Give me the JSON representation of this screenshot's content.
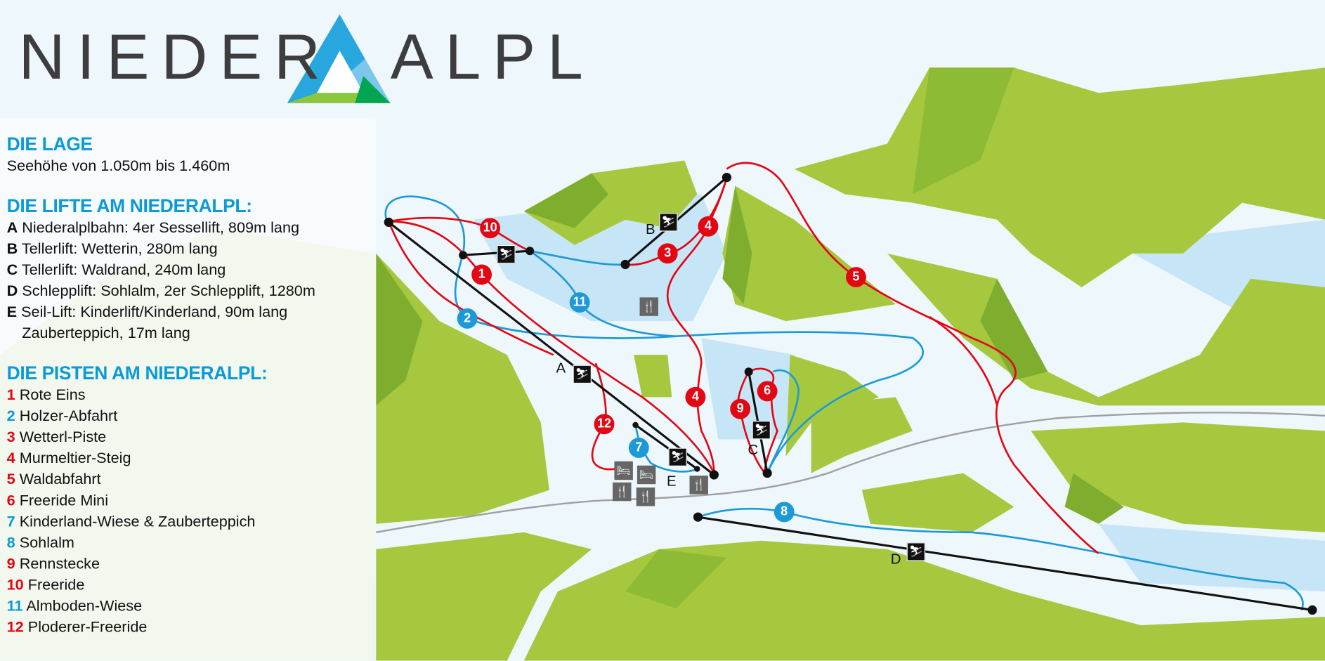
{
  "logo": {
    "left": "NIEDER",
    "right": "ALPL"
  },
  "legend": {
    "lage_title": "DIE LAGE",
    "lage_text": "Seehöhe von 1.050m bis 1.460m",
    "lifte_title": "DIE LIFTE AM NIEDERALPL:",
    "lifts": [
      {
        "key": "A",
        "text": "Niederalplbahn: 4er Sessellift, 809m lang"
      },
      {
        "key": "B",
        "text": "Tellerlift: Wetterin, 280m lang"
      },
      {
        "key": "C",
        "text": "Tellerlift: Waldrand, 240m lang"
      },
      {
        "key": "D",
        "text": "Schlepplift: Sohlalm, 2er Schlepplift, 1280m"
      },
      {
        "key": "E",
        "text": "Seil-Lift: Kinderlift/Kinderland, 90m lang"
      }
    ],
    "lift_extra": "Zauberteppich, 17m lang",
    "pisten_title": "DIE PISTEN AM NIEDERALPL:",
    "pistes": [
      {
        "num": "1",
        "name": "Rote Eins",
        "color": "red"
      },
      {
        "num": "2",
        "name": "Holzer-Abfahrt",
        "color": "blue"
      },
      {
        "num": "3",
        "name": "Wetterl-Piste",
        "color": "red"
      },
      {
        "num": "4",
        "name": "Murmeltier-Steig",
        "color": "red"
      },
      {
        "num": "5",
        "name": "Waldabfahrt",
        "color": "red"
      },
      {
        "num": "6",
        "name": "Freeride Mini",
        "color": "red"
      },
      {
        "num": "7",
        "name": "Kinderland-Wiese & Zauberteppich",
        "color": "blue"
      },
      {
        "num": "8",
        "name": "Sohlalm",
        "color": "blue"
      },
      {
        "num": "9",
        "name": "Rennstecke",
        "color": "red"
      },
      {
        "num": "10",
        "name": "Freeride",
        "color": "red"
      },
      {
        "num": "11",
        "name": "Almboden-Wiese",
        "color": "blue"
      },
      {
        "num": "12",
        "name": "Ploderer-Freeride",
        "color": "red"
      }
    ]
  },
  "map": {
    "lift_labels": [
      "A",
      "B",
      "C",
      "D",
      "E"
    ],
    "badges": [
      "10",
      "1",
      "11",
      "2",
      "3",
      "4",
      "5",
      "4",
      "6",
      "9",
      "12",
      "7",
      "8"
    ]
  },
  "colors": {
    "red": "#e30613",
    "blue": "#1d9ad6",
    "green": "#a4c93f",
    "snow": "#eef7fc",
    "heading": "#0a9ad8"
  }
}
